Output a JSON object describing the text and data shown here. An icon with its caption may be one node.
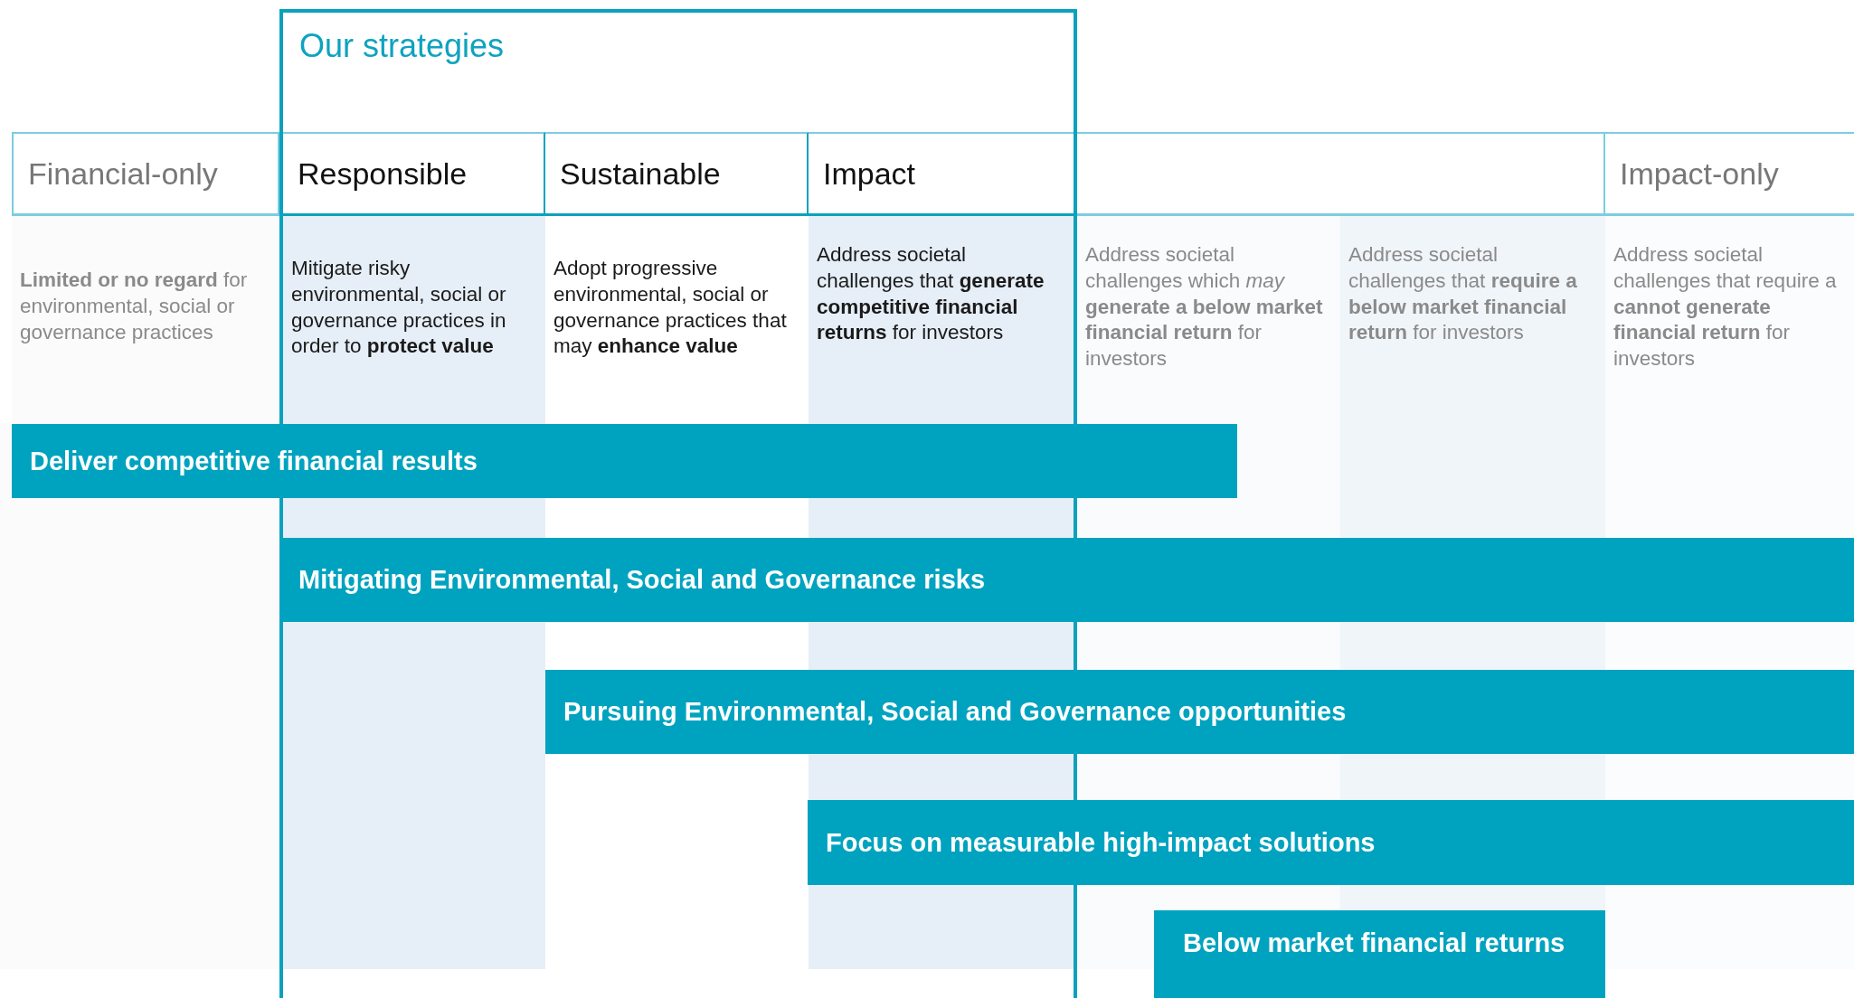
{
  "diagram": {
    "nodes": [
      {
        "text": [
          "Our strategies"
        ]
      },
      {
        "text": [
          "Financial-only",
          "**Limited or no regard** for environmental, social or governance practices"
        ]
      },
      {
        "text": [
          "Responsible",
          "Mitigate risky environmental, social or governance practices in order to **protect value**"
        ],
        "in": 0
      },
      {
        "text": [
          "Sustainable",
          "Adopt progressive environmental, social or governance practices that may **enhance value**"
        ],
        "in": 0
      },
      {
        "text": [
          "Impact",
          "Address societal challenges that **generate competitive financial returns** for investors"
        ],
        "in": 0
      },
      {
        "text": [
          "Address societal challenges which *may* **generate a below market financial return** for investors"
        ]
      },
      {
        "text": [
          "Address societal challenges that **require a below market financial return** for investors"
        ]
      },
      {
        "text": [
          "Impact-only",
          "Address societal challenges that require a **cannot generate financial return** for investors"
        ]
      },
      {
        "text": [
          "Deliver competitive financial results"
        ]
      },
      {
        "text": [
          "Mitigating Environmental, Social and Governance risks"
        ]
      },
      {
        "text": [
          "Pursuing Environmental, Social and Governance opportunities"
        ]
      },
      {
        "text": [
          "Focus on measurable high-impact solutions"
        ]
      },
      {
        "text": [
          "Below market financial returns"
        ]
      }
    ]
  }
}
